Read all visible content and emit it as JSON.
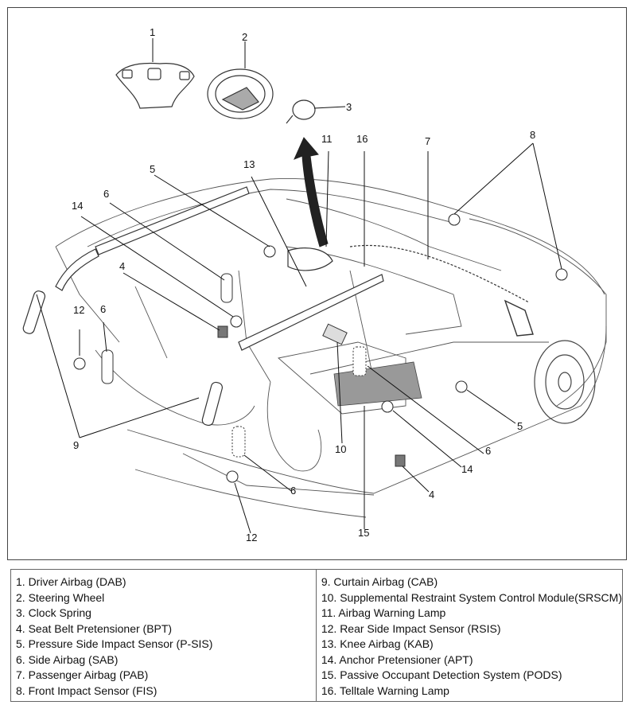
{
  "callouts": [
    "1",
    "2",
    "3",
    "8",
    "11",
    "16",
    "7",
    "5",
    "13",
    "6",
    "14",
    "4",
    "12",
    "6",
    "9",
    "10",
    "6",
    "5",
    "14",
    "4",
    "6",
    "12",
    "15"
  ],
  "legend": {
    "left": [
      "1. Driver Airbag (DAB)",
      "2. Steering Wheel",
      "3. Clock Spring",
      "4. Seat Belt Pretensioner (BPT)",
      "5. Pressure Side Impact Sensor (P-SIS)",
      "6. Side Airbag (SAB)",
      "7. Passenger Airbag (PAB)",
      "8. Front Impact Sensor (FIS)"
    ],
    "right": [
      "9. Curtain Airbag (CAB)",
      "10. Supplemental Restraint System Control Module(SRSCM)",
      "11. Airbag Warning Lamp",
      "12. Rear Side Impact Sensor (RSIS)",
      "13. Knee Airbag (KAB)",
      "14. Anchor Pretensioner (APT)",
      "15. Passive Occupant Detection System (PODS)",
      "16. Telltale Warning Lamp"
    ]
  }
}
